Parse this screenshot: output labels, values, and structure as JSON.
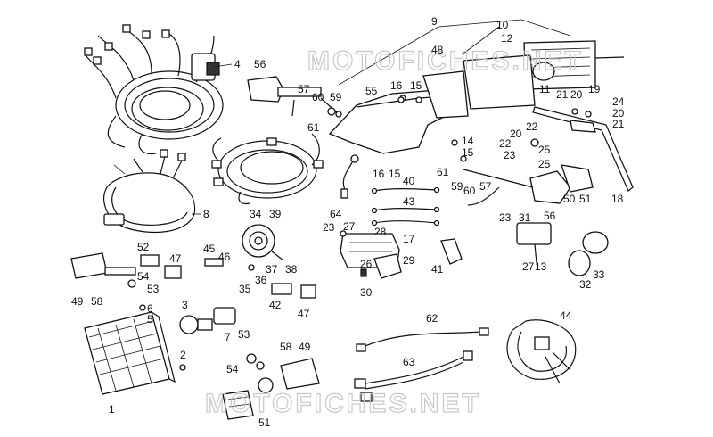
{
  "watermark": "MOTOFICHES.NET",
  "callouts": [
    "1",
    "2",
    "3",
    "4",
    "5",
    "6",
    "7",
    "8",
    "9",
    "10",
    "11",
    "12",
    "13",
    "14",
    "15",
    "15",
    "15",
    "16",
    "16",
    "17",
    "18",
    "19",
    "20",
    "20",
    "20",
    "21",
    "21",
    "22",
    "22",
    "23",
    "23",
    "23",
    "24",
    "25",
    "25",
    "26",
    "27",
    "27",
    "28",
    "29",
    "30",
    "31",
    "32",
    "33",
    "34",
    "35",
    "36",
    "37",
    "38",
    "39",
    "40",
    "41",
    "42",
    "43",
    "44",
    "45",
    "46",
    "47",
    "47",
    "48",
    "49",
    "49",
    "50",
    "51",
    "51",
    "52",
    "53",
    "53",
    "54",
    "54",
    "55",
    "56",
    "56",
    "57",
    "57",
    "58",
    "58",
    "59",
    "59",
    "60",
    "60",
    "61",
    "61",
    "62",
    "63",
    "64"
  ]
}
